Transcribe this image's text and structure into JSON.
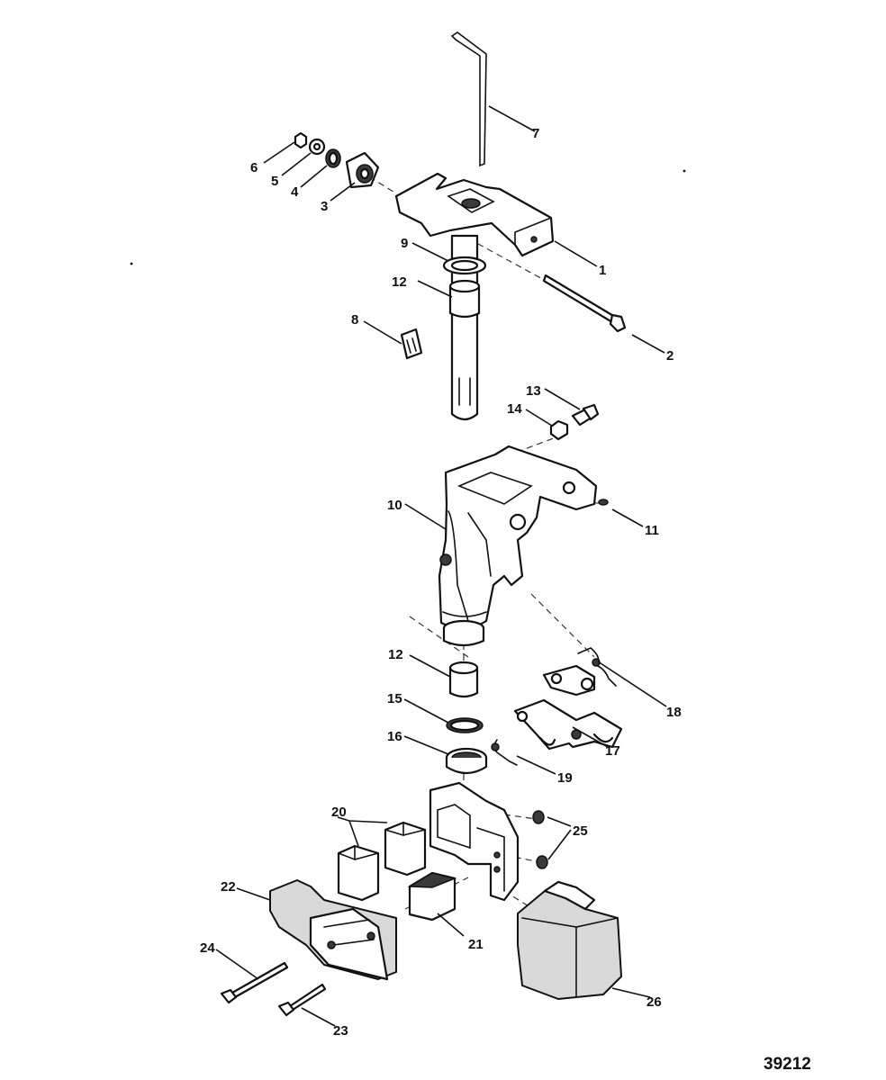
{
  "callouts": {
    "c1": "1",
    "c2": "2",
    "c3": "3",
    "c4": "4",
    "c5": "5",
    "c6": "6",
    "c7": "7",
    "c8": "8",
    "c9": "9",
    "c10": "10",
    "c11": "11",
    "c12a": "12",
    "c12b": "12",
    "c13": "13",
    "c14": "14",
    "c15": "15",
    "c16": "16",
    "c17": "17",
    "c18": "18",
    "c19": "19",
    "c20": "20",
    "c21": "21",
    "c22": "22",
    "c23": "23",
    "c24": "24",
    "c25": "25",
    "c26": "26"
  },
  "drawing_number": "39212"
}
